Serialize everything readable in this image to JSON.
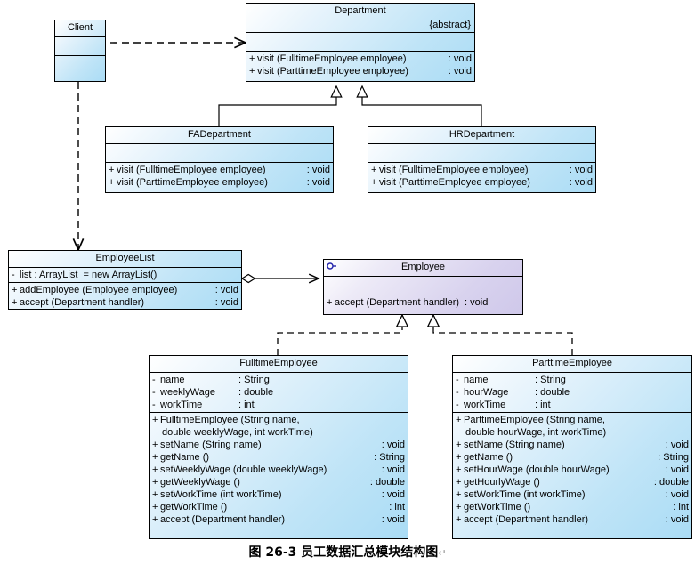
{
  "diagram": {
    "title_caption": "图 26-3 员工数据汇总模块结构图",
    "caption_mark": "↵",
    "colors": {
      "class_fill": "#bfe4f7",
      "interface_fill": "#d8d2ee",
      "border": "#000000",
      "interface_icon": "#2222aa"
    }
  },
  "classes": {
    "client": {
      "name": "Client",
      "attributes": [],
      "operations": []
    },
    "department": {
      "name": "Department",
      "stereotype": "{abstract}",
      "attributes": [],
      "operations": [
        {
          "vis": "+",
          "sig": "visit (FulltimeEmployee employee)",
          "type": ": void"
        },
        {
          "vis": "+",
          "sig": "visit (ParttimeEmployee employee)",
          "type": ": void"
        }
      ]
    },
    "fa_department": {
      "name": "FADepartment",
      "attributes": [],
      "operations": [
        {
          "vis": "+",
          "sig": "visit (FulltimeEmployee employee)",
          "type": ": void"
        },
        {
          "vis": "+",
          "sig": "visit (ParttimeEmployee employee)",
          "type": ": void"
        }
      ]
    },
    "hr_department": {
      "name": "HRDepartment",
      "attributes": [],
      "operations": [
        {
          "vis": "+",
          "sig": "visit (FulltimeEmployee employee)",
          "type": ": void"
        },
        {
          "vis": "+",
          "sig": "visit (ParttimeEmployee employee)",
          "type": ": void"
        }
      ]
    },
    "employee_list": {
      "name": "EmployeeList",
      "attributes": [
        {
          "vis": "-",
          "sig": "list : ArrayList  = new ArrayList()",
          "type": ""
        }
      ],
      "operations": [
        {
          "vis": "+",
          "sig": "addEmployee (Employee employee)",
          "type": ": void"
        },
        {
          "vis": "+",
          "sig": "accept (Department handler)",
          "type": ": void"
        }
      ]
    },
    "employee": {
      "name": "Employee",
      "icon": "interface-icon",
      "attributes": [],
      "operations": [
        {
          "vis": "+",
          "sig": "accept (Department handler)",
          "type": ": void"
        }
      ]
    },
    "fulltime_employee": {
      "name": "FulltimeEmployee",
      "attributes": [
        {
          "vis": "-",
          "sig": "name",
          "type": ": String"
        },
        {
          "vis": "-",
          "sig": "weeklyWage",
          "type": ": double"
        },
        {
          "vis": "-",
          "sig": "workTime",
          "type": ": int"
        }
      ],
      "operations": [
        {
          "vis": "+",
          "sig": "FulltimeEmployee (String name,",
          "type": ""
        },
        {
          "vis": "",
          "sig": "double weeklyWage, int workTime)",
          "type": ""
        },
        {
          "vis": "+",
          "sig": "setName (String name)",
          "type": ": void"
        },
        {
          "vis": "+",
          "sig": "getName ()",
          "type": ": String"
        },
        {
          "vis": "+",
          "sig": "setWeeklyWage (double weeklyWage)",
          "type": ": void"
        },
        {
          "vis": "+",
          "sig": "getWeeklyWage ()",
          "type": ": double"
        },
        {
          "vis": "+",
          "sig": "setWorkTime (int workTime)",
          "type": ": void"
        },
        {
          "vis": "+",
          "sig": "getWorkTime ()",
          "type": ": int"
        },
        {
          "vis": "+",
          "sig": "accept (Department handler)",
          "type": ": void"
        }
      ]
    },
    "parttime_employee": {
      "name": "ParttimeEmployee",
      "attributes": [
        {
          "vis": "-",
          "sig": "name",
          "type": ": String"
        },
        {
          "vis": "-",
          "sig": "hourWage",
          "type": ": double"
        },
        {
          "vis": "-",
          "sig": "workTime",
          "type": ": int"
        }
      ],
      "operations": [
        {
          "vis": "+",
          "sig": "ParttimeEmployee (String name,",
          "type": ""
        },
        {
          "vis": "",
          "sig": "double hourWage, int workTime)",
          "type": ""
        },
        {
          "vis": "+",
          "sig": "setName (String name)",
          "type": ": void"
        },
        {
          "vis": "+",
          "sig": "getName ()",
          "type": ": String"
        },
        {
          "vis": "+",
          "sig": "setHourWage (double hourWage)",
          "type": ": void"
        },
        {
          "vis": "+",
          "sig": "getHourlyWage ()",
          "type": ": double"
        },
        {
          "vis": "+",
          "sig": "setWorkTime (int workTime)",
          "type": ": void"
        },
        {
          "vis": "+",
          "sig": "getWorkTime ()",
          "type": ": int"
        },
        {
          "vis": "+",
          "sig": "accept (Department handler)",
          "type": ": void"
        }
      ]
    }
  },
  "relationships": [
    {
      "name": "client-uses-department",
      "kind": "dependency",
      "from": "Client",
      "to": "Department"
    },
    {
      "name": "client-uses-employeelist",
      "kind": "dependency",
      "from": "Client",
      "to": "EmployeeList"
    },
    {
      "name": "fadepartment-extends-department",
      "kind": "generalization",
      "from": "FADepartment",
      "to": "Department"
    },
    {
      "name": "hrdepartment-extends-department",
      "kind": "generalization",
      "from": "HRDepartment",
      "to": "Department"
    },
    {
      "name": "employeelist-aggregates-employee",
      "kind": "aggregation",
      "from": "EmployeeList",
      "to": "Employee"
    },
    {
      "name": "fulltimeemployee-realizes-employee",
      "kind": "realization",
      "from": "FulltimeEmployee",
      "to": "Employee"
    },
    {
      "name": "parttimeemployee-realizes-employee",
      "kind": "realization",
      "from": "ParttimeEmployee",
      "to": "Employee"
    }
  ]
}
